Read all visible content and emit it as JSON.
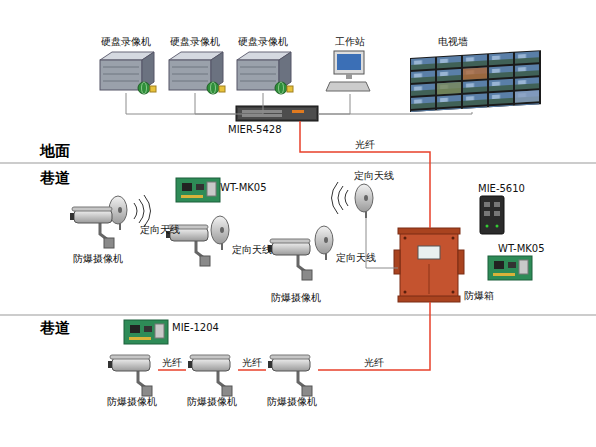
{
  "diagram": {
    "nodes": [
      {
        "text": [
          "硬盘录像机"
        ]
      },
      {
        "text": [
          "硬盘录像机"
        ]
      },
      {
        "text": [
          "硬盘录像机"
        ]
      },
      {
        "text": [
          "工作站"
        ]
      },
      {
        "text": [
          "电视墙"
        ]
      },
      {
        "text": [
          "MIER-5428"
        ]
      },
      {
        "text": [
          "定向天线"
        ]
      },
      {
        "text": [
          "WT-MK05"
        ]
      },
      {
        "text": [
          "MIE-5610"
        ]
      },
      {
        "text": [
          "防爆摄像机"
        ]
      },
      {
        "text": [
          "定向天线"
        ]
      },
      {
        "text": [
          "定向天线"
        ]
      },
      {
        "text": [
          "WT-MK05"
        ]
      },
      {
        "text": [
          "防爆摄像机"
        ]
      },
      {
        "text": [
          "定向天线"
        ]
      },
      {
        "text": [
          "防爆箱"
        ]
      },
      {
        "text": [
          "MIE-1204"
        ]
      },
      {
        "text": [
          "防爆摄像机"
        ]
      },
      {
        "text": [
          "防爆摄像机"
        ]
      },
      {
        "text": [
          "防爆摄像机"
        ]
      }
    ],
    "edges": [
      {
        "from": 0,
        "to": 5,
        "arrow": "none"
      },
      {
        "from": 1,
        "to": 5,
        "arrow": "none"
      },
      {
        "from": 2,
        "to": 5,
        "arrow": "none"
      },
      {
        "from": 3,
        "to": 5,
        "arrow": "none"
      },
      {
        "from": 4,
        "to": 5,
        "arrow": "none"
      },
      {
        "from": 5,
        "to": 15,
        "label": "光纤",
        "arrow": "none"
      },
      {
        "from": 6,
        "to": 15,
        "arrow": "none"
      },
      {
        "from": 17,
        "to": 18,
        "label": "光纤",
        "arrow": "none"
      },
      {
        "from": 18,
        "to": 19,
        "label": "光纤",
        "arrow": "none"
      },
      {
        "from": 19,
        "to": 15,
        "label": "光纤",
        "arrow": "none"
      }
    ],
    "labels": [
      "地面",
      "巷道",
      "巷道"
    ]
  }
}
